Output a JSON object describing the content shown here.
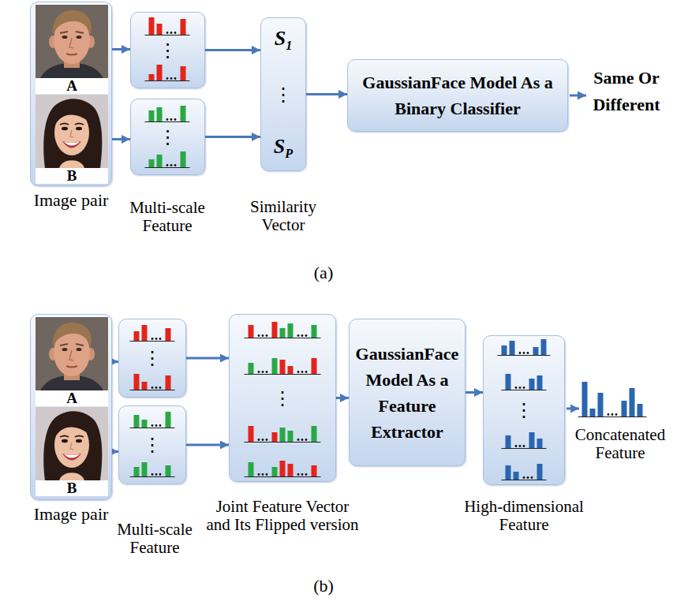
{
  "diagram": {
    "nodes": [
      {
        "text": [
          "Image pair"
        ]
      },
      {
        "text": [
          "A"
        ],
        "in": 0
      },
      {
        "text": [
          "B"
        ],
        "in": 0
      },
      {
        "text": [
          "⋮"
        ]
      },
      {
        "text": [
          "⋮"
        ]
      },
      {
        "text": [
          "S1",
          "⋮",
          "SP",
          "Similarity Vector"
        ]
      },
      {
        "text": [
          "GaussianFace Model As a Binary Classifier"
        ]
      },
      {
        "text": [
          "Image pair"
        ]
      },
      {
        "text": [
          "A"
        ],
        "in": 7
      },
      {
        "text": [
          "B"
        ],
        "in": 7
      },
      {
        "text": [
          "⋮"
        ]
      },
      {
        "text": [
          "⋮"
        ]
      },
      {
        "text": [
          "⋮",
          "Joint Feature Vector and Its Flipped version"
        ]
      },
      {
        "text": [
          "GaussianFace Model As a Feature Extractor"
        ]
      },
      {
        "text": [
          "⋮",
          "High-dimensional Feature"
        ]
      }
    ],
    "edges": [
      {
        "from": 1,
        "to": 3,
        "arrow": "to"
      },
      {
        "from": 2,
        "to": 4,
        "arrow": "to"
      },
      {
        "from": 3,
        "to": 5,
        "arrow": "to"
      },
      {
        "from": 4,
        "to": 5,
        "arrow": "to"
      },
      {
        "from": 5,
        "to": 6,
        "arrow": "to"
      },
      {
        "from": 8,
        "to": 10,
        "arrow": "to"
      },
      {
        "from": 9,
        "to": 11,
        "arrow": "to"
      },
      {
        "from": 10,
        "to": 12,
        "arrow": "to"
      },
      {
        "from": 11,
        "to": 12,
        "arrow": "to"
      },
      {
        "from": 12,
        "to": 13,
        "arrow": "to"
      },
      {
        "from": 13,
        "to": 14,
        "arrow": "to"
      }
    ],
    "labels": [
      "Multi-scale Feature",
      "Same Or Different",
      "(a)",
      "Multi-scale Feature",
      "Concatenated Feature",
      "(b)"
    ]
  }
}
